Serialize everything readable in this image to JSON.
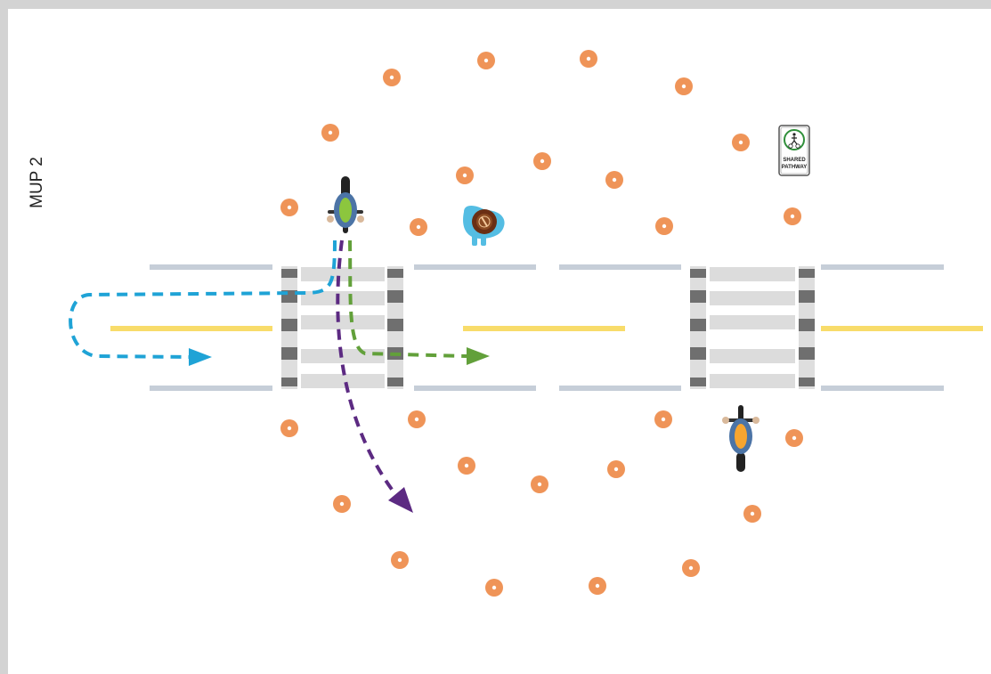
{
  "side_label": "MUP 2",
  "sign": {
    "line1": "SHARED",
    "line2": "PATHWAY",
    "icon": "pedestrian-bicycle-icon"
  },
  "colors": {
    "frame": "#d3d3d3",
    "cone": "#ef9458",
    "centerline": "#f8dc6a",
    "edgeline": "#c6ced8",
    "crosswalk_bar": "#dedede",
    "crosswalk_dark": "#6f6f6f",
    "path_blue": "#1fa3d6",
    "path_green": "#62a03a",
    "path_purple": "#5c2a82",
    "bike_green": "#8cc63e",
    "bike_orange": "#f7a530",
    "pedestrian": "#6a2e14",
    "pedestrian_shadow": "#54bde3"
  }
}
